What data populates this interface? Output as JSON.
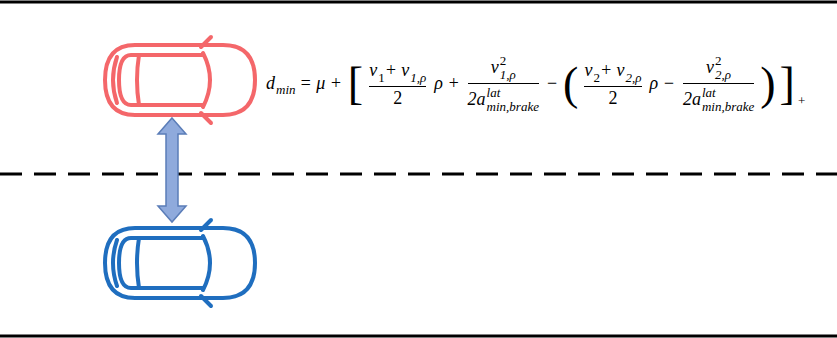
{
  "diagram": {
    "labels": [
      "d",
      "min",
      "= μ +",
      "[",
      "v",
      "1",
      "+ v",
      "1,ρ",
      "2",
      "ρ +",
      "v",
      "1,ρ",
      "2",
      "2a",
      "min,brake",
      "lat",
      "−",
      "(",
      "v",
      "2",
      "+ v",
      "2,ρ",
      "2",
      "ρ −",
      "v",
      "2,ρ",
      "2",
      "2a",
      "min,brake",
      "lat",
      ")",
      "]",
      "+"
    ]
  }
}
